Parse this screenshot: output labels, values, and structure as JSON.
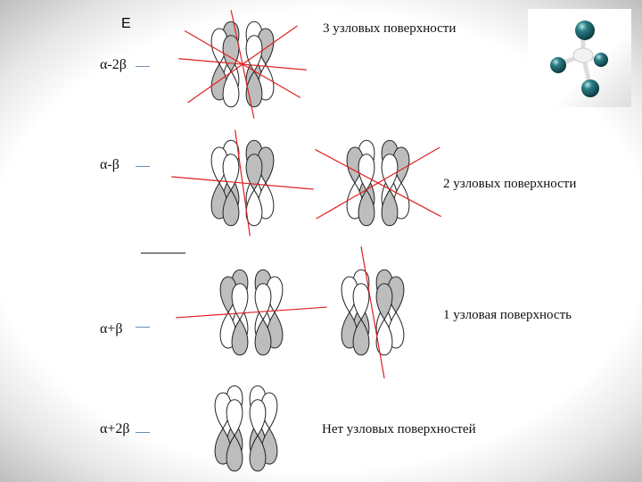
{
  "axis_label": "E",
  "levels": [
    {
      "label": "α-2β",
      "caption": "3 узловых поверхности"
    },
    {
      "label": "α-β",
      "caption": "2 узловых поверхности"
    },
    {
      "label": "α+β",
      "caption": "1 узловая поверхность"
    },
    {
      "label": "α+2β",
      "caption": "Нет узловых поверхностей"
    }
  ],
  "colors": {
    "lobe_shaded": "#bdbdbd",
    "node_line": "#e02020",
    "level_line": "#6b8fb0",
    "atom": "#2a7f86"
  }
}
